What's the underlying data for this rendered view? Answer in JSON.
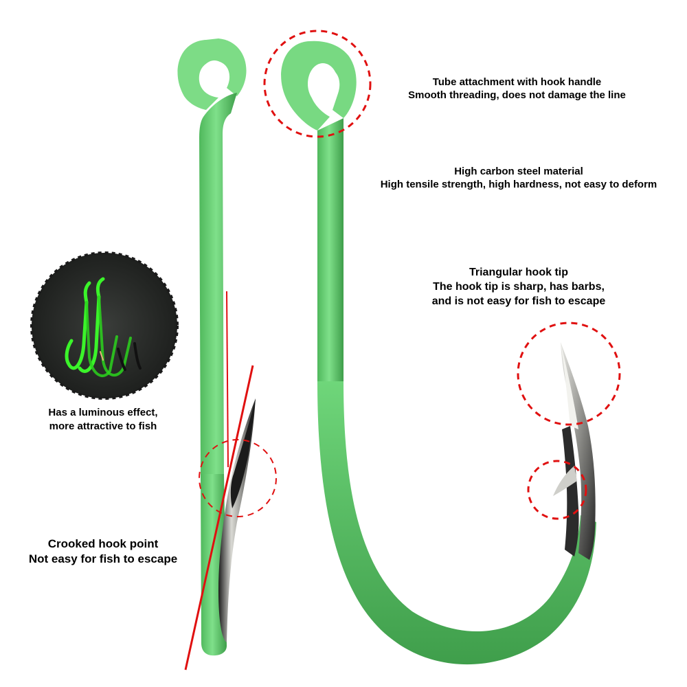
{
  "colors": {
    "hook_green": "#6fd67a",
    "hook_green_dark": "#3ea04c",
    "steel": "#c8c8c4",
    "steel_dark": "#2a2a2a",
    "callout_circle": "#e01010",
    "guide_line": "#e01010",
    "glow_green": "#3cff2a",
    "badge_bg": "#2c2e2c"
  },
  "callouts": {
    "tube": {
      "line1": "Tube attachment with hook handle",
      "line2": "Smooth threading, does not damage the line"
    },
    "steel": {
      "line1": "High carbon steel material",
      "line2": "High tensile strength, high hardness, not easy to deform"
    },
    "tip": {
      "line1": "Triangular hook tip",
      "line2": "The hook tip is sharp, has barbs,",
      "line3": "and is not easy for fish to escape"
    },
    "luminous": {
      "line1": "Has a luminous effect,",
      "line2": "more attractive to fish"
    },
    "crooked": {
      "line1": "Crooked hook point",
      "line2": "Not easy for fish to escape"
    }
  }
}
